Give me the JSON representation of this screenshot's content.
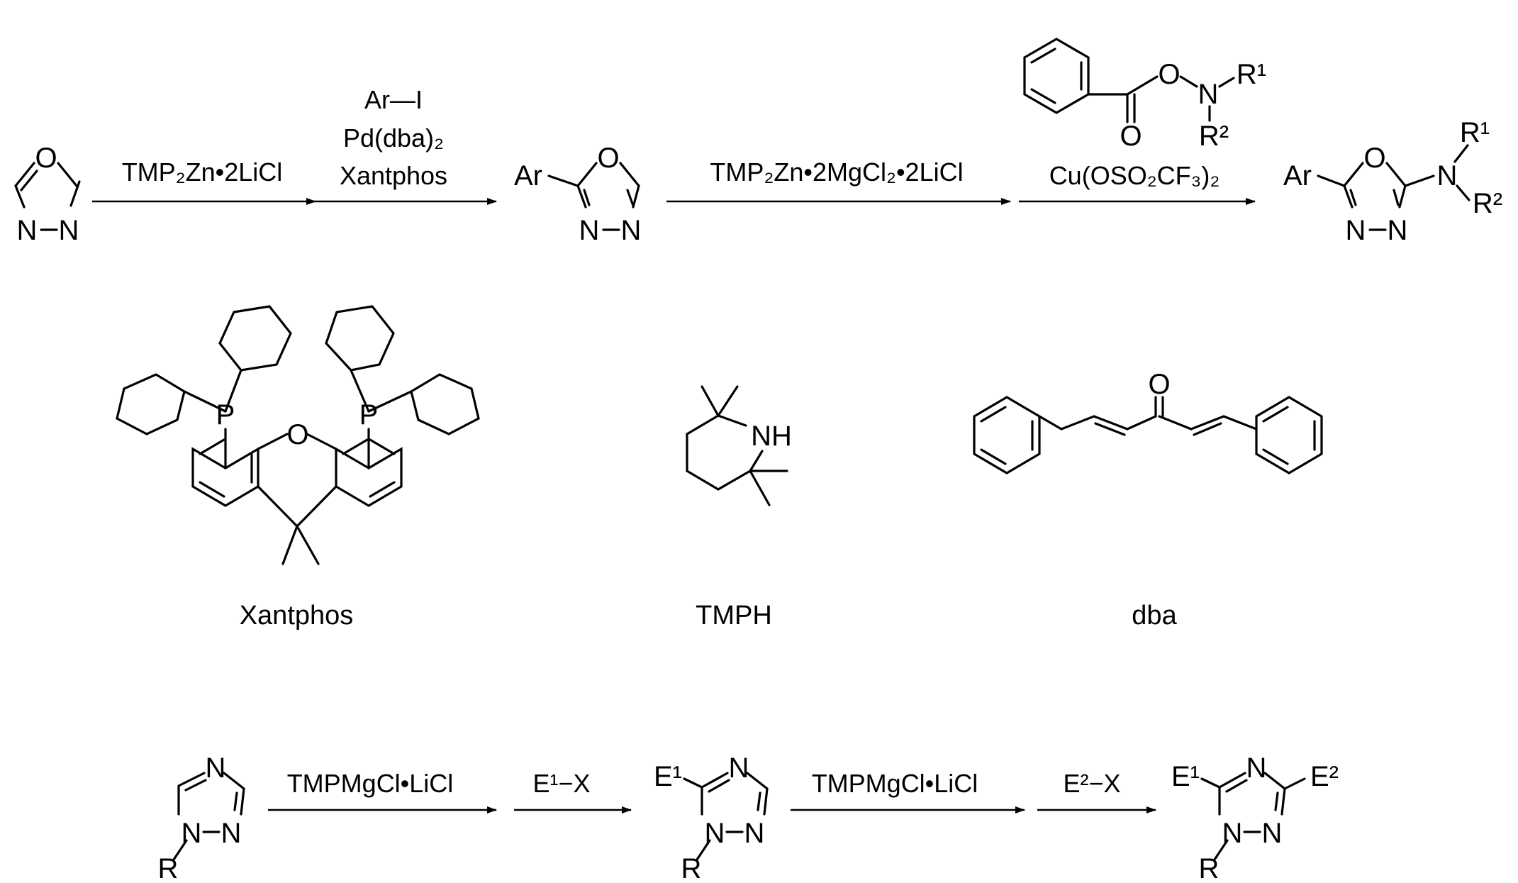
{
  "scheme1": {
    "arrow1_reagent": "TMP₂Zn•2LiCl",
    "arrow2_reagent_1": "Ar—I",
    "arrow2_reagent_2": "Pd(dba)₂",
    "arrow2_reagent_3": "Xantphos",
    "arrow3_reagent": "TMP₂Zn•2MgCl₂•2LiCl",
    "arrow4_reagent": "Cu(OSO₂CF₃)₂"
  },
  "captions": {
    "xantphos": "Xantphos",
    "tmph": "TMPH",
    "dba": "dba"
  },
  "scheme2": {
    "arrow1_reagent": "TMPMgCl•LiCl",
    "arrow2_reagent": "E¹−X",
    "arrow3_reagent": "TMPMgCl•LiCl",
    "arrow4_reagent": "E²−X"
  },
  "atoms": {
    "O": "O",
    "N": "N",
    "P": "P",
    "NH": "NH",
    "Ar": "Ar",
    "R": "R",
    "R1": "R¹",
    "R2": "R²",
    "E1": "E¹",
    "E2": "E²"
  }
}
